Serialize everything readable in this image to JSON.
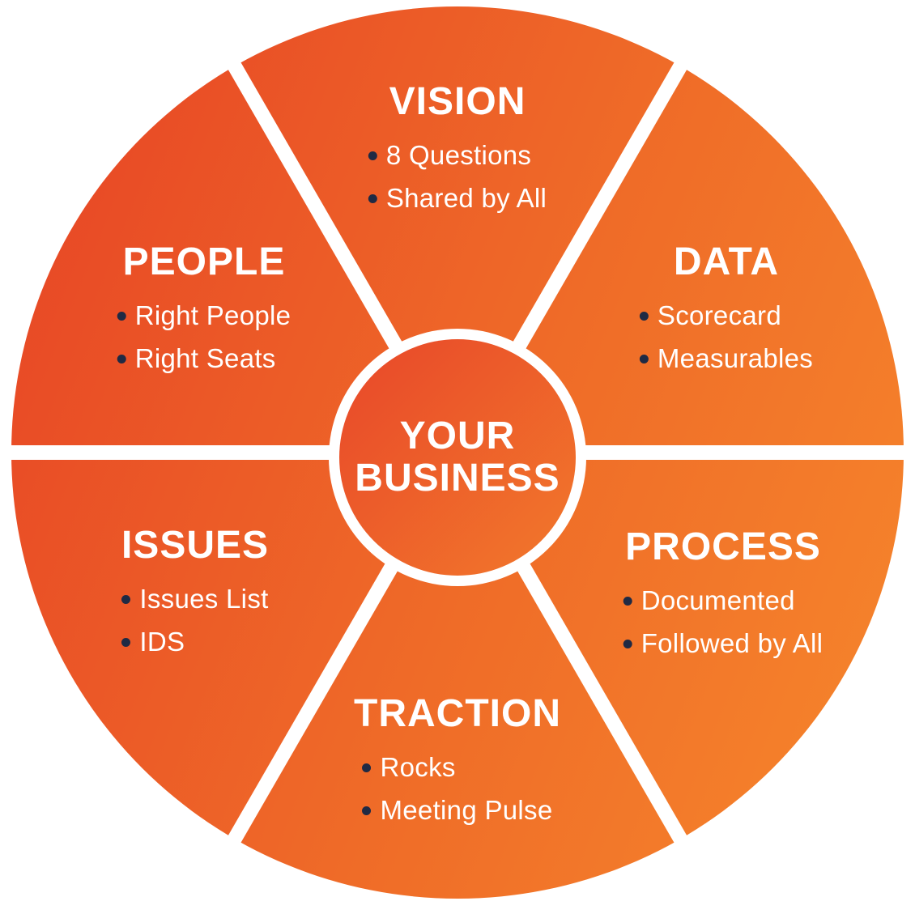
{
  "diagram": {
    "type": "segmented-wheel",
    "segment_count": 6
  },
  "center": {
    "lines": [
      "YOUR",
      "BUSINESS"
    ]
  },
  "segments": [
    {
      "id": "vision",
      "label": "VISION",
      "items": [
        "8 Questions",
        "Shared by All"
      ]
    },
    {
      "id": "data",
      "label": "DATA",
      "items": [
        "Scorecard",
        "Measurables"
      ]
    },
    {
      "id": "process",
      "label": "PROCESS",
      "items": [
        "Documented",
        "Followed by All"
      ]
    },
    {
      "id": "traction",
      "label": "TRACTION",
      "items": [
        "Rocks",
        "Meeting Pulse"
      ]
    },
    {
      "id": "issues",
      "label": "ISSUES",
      "items": [
        "Issues List",
        "IDS"
      ]
    },
    {
      "id": "people",
      "label": "PEOPLE",
      "items": [
        "Right People",
        "Right Seats"
      ]
    }
  ],
  "colors": {
    "wheel_gradient_left": "#e84926",
    "wheel_gradient_mid": "#ef6b28",
    "wheel_gradient_right": "#f5822b",
    "center_gradient_start": "#e8472a",
    "center_gradient_end": "#f2792b",
    "divider": "#ffffff",
    "text": "#ffffff",
    "bullet": "#1f2a44"
  }
}
